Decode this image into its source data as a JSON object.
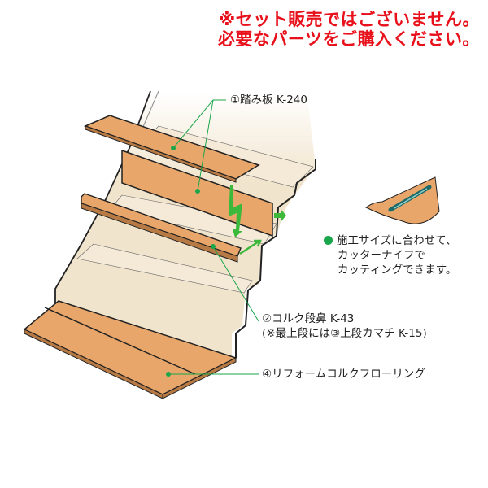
{
  "notice": {
    "line1": "※セット販売ではございません。",
    "line2": "必要なパーツをご購入ください。",
    "color": "#e8101a"
  },
  "labels": {
    "step_board": "①踏み板 K-240",
    "cork_nosing": "②コルク段鼻 K-43",
    "cork_nosing_note": "(※最上段には③上段カマチ K-15)",
    "flooring": "④リフォームコルクフローリング"
  },
  "tip": {
    "line1": "施工サイズに合わせて、",
    "line2": "カッターナイフで",
    "line3": "カッティングできます。",
    "bullet_color": "#1aa64a",
    "icon": "cutter-knife-icon"
  },
  "colors": {
    "cork": "#e8a66a",
    "stair_wall": "#f1e4cc",
    "leader_line": "#1aa64a",
    "arrow": "#3cb83a"
  }
}
